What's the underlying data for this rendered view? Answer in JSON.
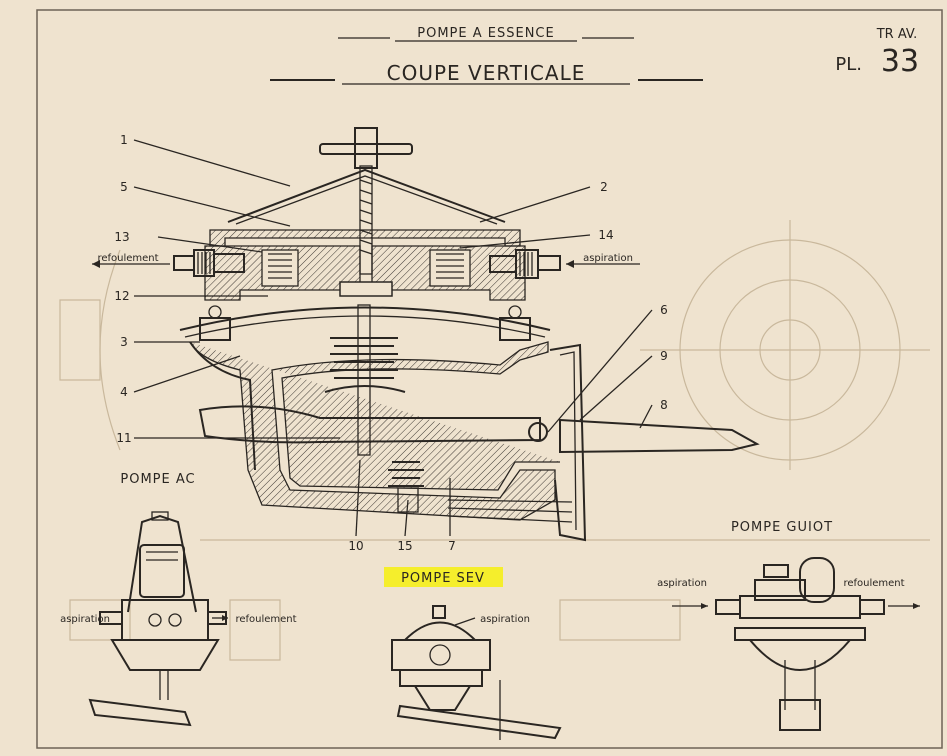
{
  "header": {
    "supertitle": "POMPE A ESSENCE",
    "title": "COUPE VERTICALE",
    "section": "TR AV.",
    "plate_prefix": "PL.",
    "plate_number": "33"
  },
  "diagram": {
    "callouts": [
      "1",
      "5",
      "13",
      "12",
      "3",
      "4",
      "11",
      "2",
      "14",
      "6",
      "9",
      "8",
      "10",
      "15",
      "7"
    ],
    "flow_labels": {
      "outlet": "refoulement",
      "inlet": "aspiration"
    }
  },
  "small_pumps": {
    "ac": {
      "name": "POMPE AC",
      "left_label": "aspiration",
      "right_label": "refoulement"
    },
    "sev": {
      "name": "POMPE SEV",
      "label": "aspiration",
      "highlight_color": "#f5ee2c"
    },
    "guiot": {
      "name": "POMPE GUIOT",
      "left_label": "aspiration",
      "right_label": "refoulement"
    }
  },
  "colors": {
    "paper": "#efe3cf",
    "ink": "#2a2622"
  }
}
